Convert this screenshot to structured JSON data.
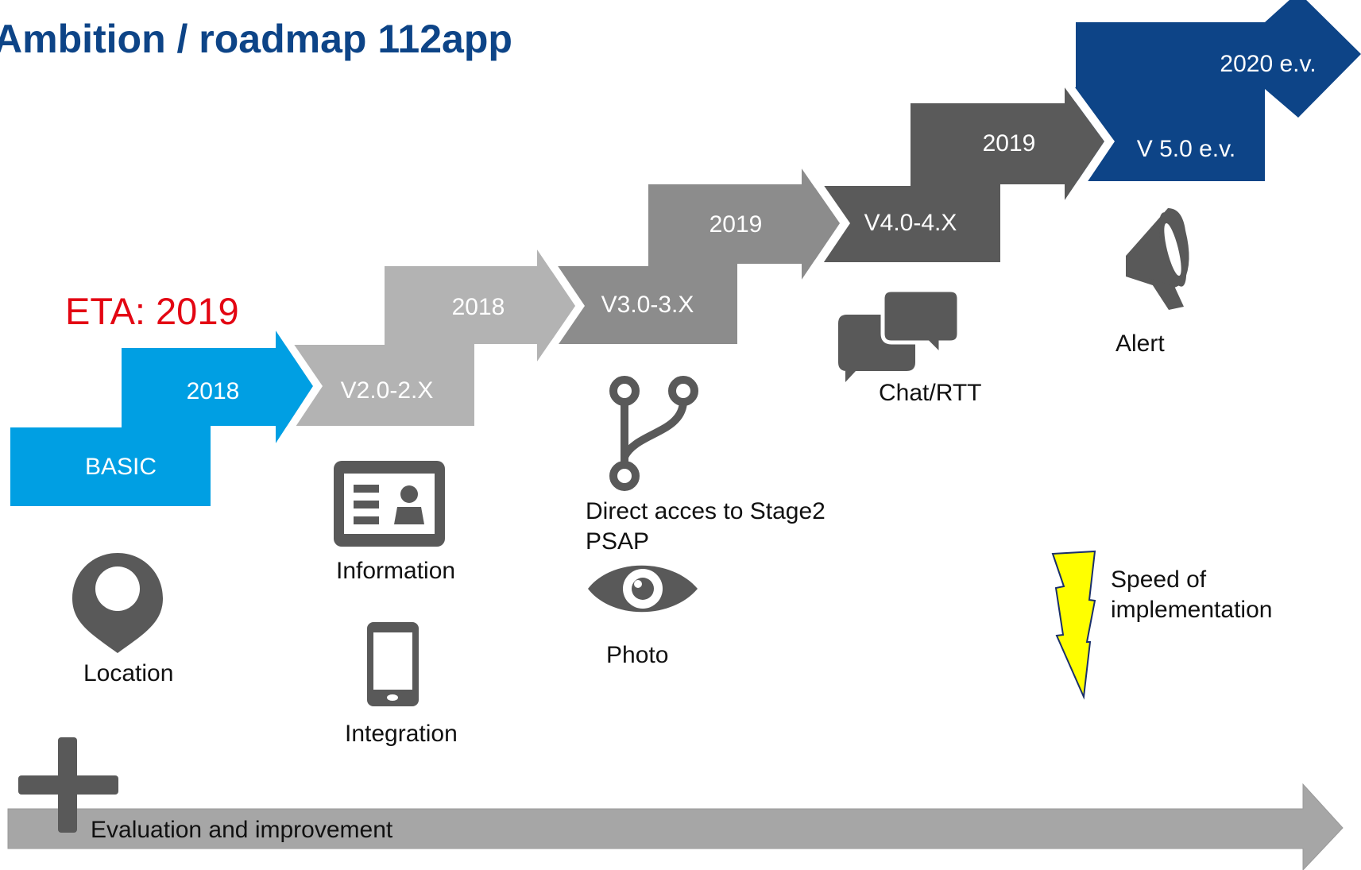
{
  "title": "Ambition / roadmap 112app",
  "eta": "ETA: 2019",
  "colors": {
    "title": "#0d4487",
    "eta": "#e30613",
    "step1": "#009fe3",
    "step2": "#b3b3b3",
    "step3": "#8c8c8c",
    "step4": "#5a5a5a",
    "step5": "#0d4487",
    "icon": "#595959",
    "lightning": "#ffff00",
    "eval_arrow": "#a6a6a6"
  },
  "steps": [
    {
      "version": "BASIC",
      "year": "2018"
    },
    {
      "version": "V2.0-2.X",
      "year": "2018"
    },
    {
      "version": "V3.0-3.X",
      "year": "2019"
    },
    {
      "version": "V4.0-4.X",
      "year": "2019"
    },
    {
      "version": "V 5.0 e.v.",
      "year": "2020 e.v."
    }
  ],
  "features": {
    "location": {
      "label": "Location",
      "icon": "map-pin-icon"
    },
    "information": {
      "label": "Information",
      "icon": "id-card-icon"
    },
    "integration": {
      "label": "Integration",
      "icon": "smartphone-icon"
    },
    "direct_access": {
      "label_line1": "Direct acces to Stage2",
      "label_line2": "PSAP",
      "icon": "branch-icon"
    },
    "photo": {
      "label": "Photo",
      "icon": "eye-icon"
    },
    "chat": {
      "label": "Chat/RTT",
      "icon": "chat-bubbles-icon"
    },
    "alert": {
      "label": "Alert",
      "icon": "megaphone-icon"
    }
  },
  "speed": {
    "line1": "Speed of",
    "line2": "implementation",
    "icon": "lightning-icon"
  },
  "evaluation": {
    "label": "Evaluation and improvement",
    "icon": "plus-icon"
  }
}
